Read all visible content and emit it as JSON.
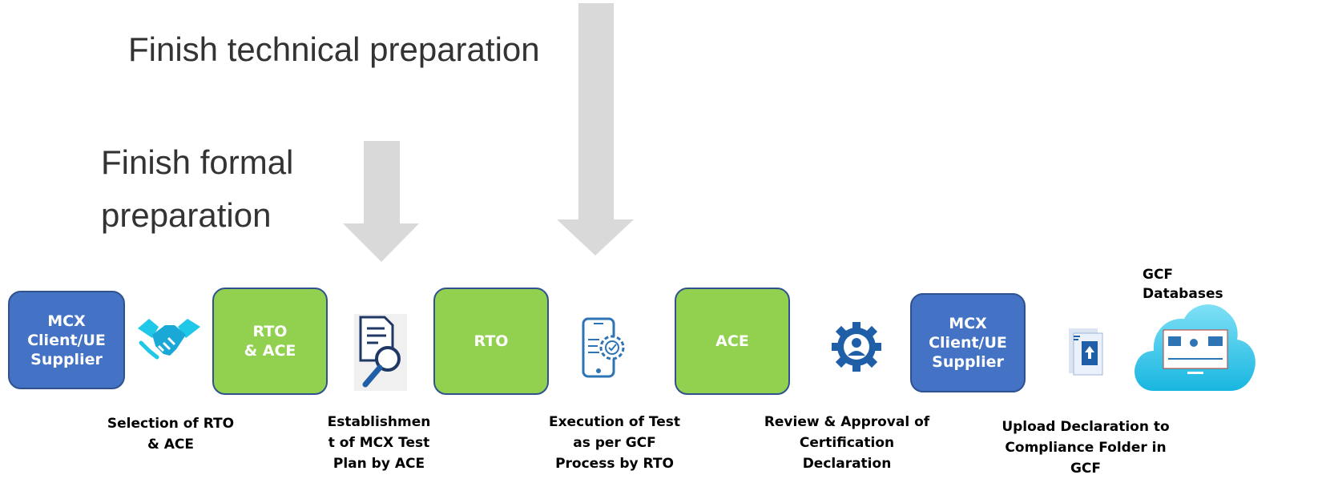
{
  "labels": {
    "technical": "Finish technical preparation",
    "formal": "Finish formal\npreparation"
  },
  "boxes": [
    {
      "id": "box-1",
      "text": "MCX\nClient/UE\nSupplier",
      "color": "#4472c4"
    },
    {
      "id": "box-2",
      "text": "RTO\n& ACE",
      "color": "#92d050"
    },
    {
      "id": "box-3",
      "text": "RTO",
      "color": "#92d050"
    },
    {
      "id": "box-4",
      "text": "ACE",
      "color": "#92d050"
    },
    {
      "id": "box-5",
      "text": "MCX\nClient/UE\nSupplier",
      "color": "#4472c4"
    }
  ],
  "steps": [
    {
      "caption": "Selection of RTO\n& ACE",
      "icon": "handshake-icon"
    },
    {
      "caption": "Establishmen\nt of MCX Test\nPlan by ACE",
      "icon": "document-search-icon"
    },
    {
      "caption": "Execution of Test\nas per GCF\nProcess by RTO",
      "icon": "mobile-settings-icon"
    },
    {
      "caption": "Review & Approval of\nCertification\nDeclaration",
      "icon": "reviewer-gear-icon"
    },
    {
      "caption": "Upload Declaration to\nCompliance Folder in\nGCF",
      "icon": "upload-document-icon"
    }
  ],
  "database": {
    "label": "GCF\nDatabases",
    "icon": "cloud-database-icon"
  },
  "colors": {
    "arrow": "#d9d9d9",
    "blue_box": "#4472c4",
    "green_box": "#92d050",
    "icon_blue": "#1f5fa8",
    "icon_cyan": "#1ec8e6"
  }
}
